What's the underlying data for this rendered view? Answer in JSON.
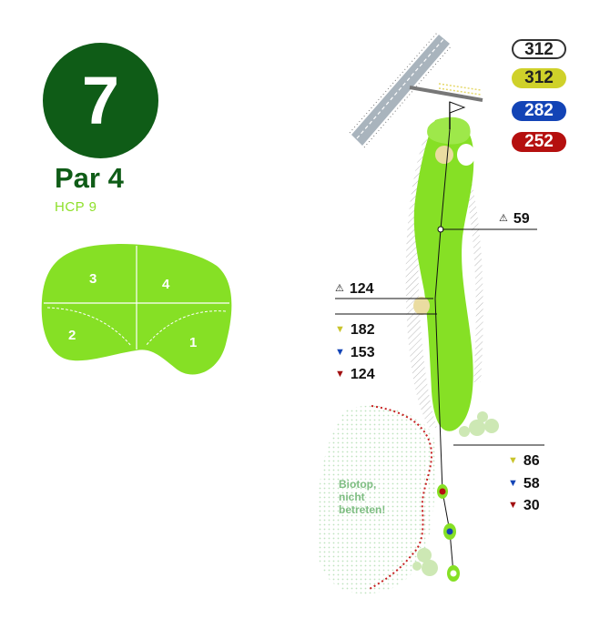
{
  "hole": {
    "number": "7",
    "par": "Par 4",
    "hcp": "HCP 9"
  },
  "tees": [
    {
      "id": "white",
      "length": "312",
      "color": "#ffffff"
    },
    {
      "id": "yellow",
      "length": "312",
      "color": "#cfd12a"
    },
    {
      "id": "blue",
      "length": "282",
      "color": "#1344b6"
    },
    {
      "id": "red",
      "length": "252",
      "color": "#b5100f"
    }
  ],
  "markers": {
    "marker_59": "59",
    "marker_124": "124",
    "marker_icon": "distance-marker-icon"
  },
  "distances_mid": {
    "yellow": "182",
    "blue": "153",
    "red": "124"
  },
  "distances_low": {
    "yellow": "86",
    "blue": "58",
    "red": "30"
  },
  "biotop": {
    "line1": "Biotop,",
    "line2": "nicht",
    "line3": "betreten!"
  },
  "green_zones": [
    "1",
    "2",
    "3",
    "4"
  ],
  "colors": {
    "brand_dark_green": "#0f5c17",
    "fairway_green": "#86e025",
    "hcp_green": "#8ee02a",
    "bunker": "#eadca1"
  }
}
